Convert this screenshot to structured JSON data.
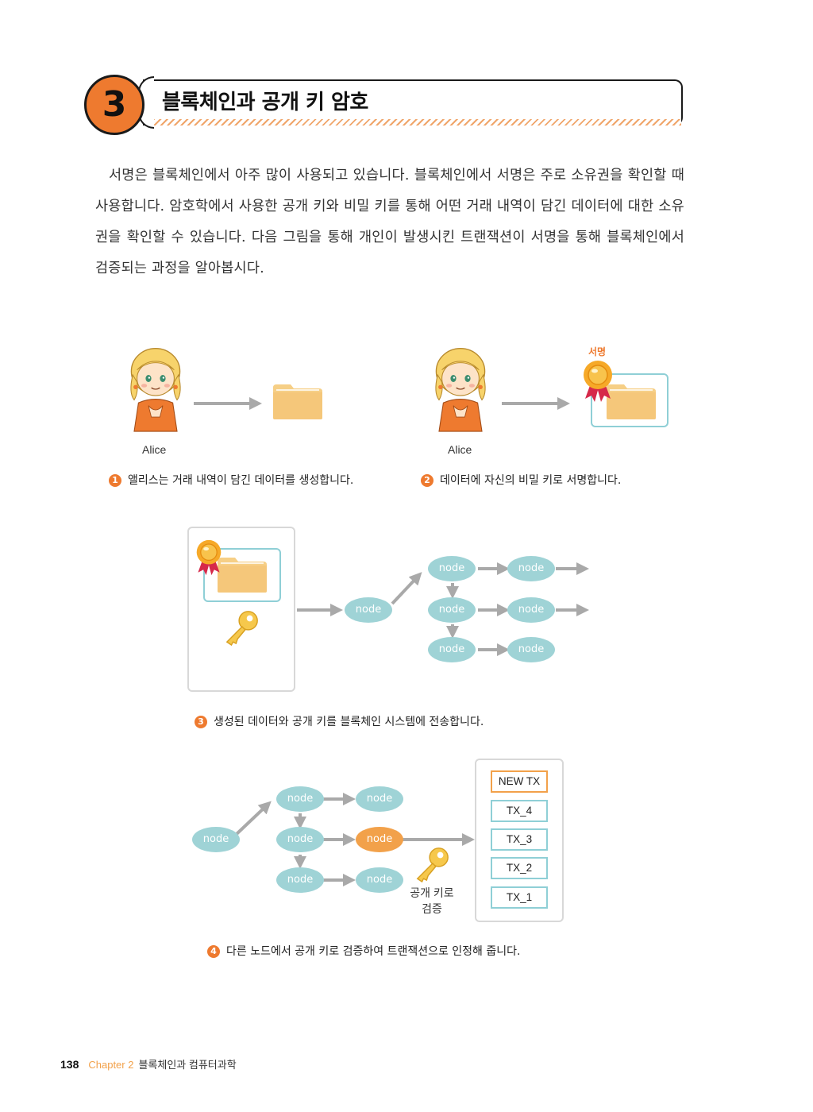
{
  "section": {
    "number": "3",
    "title": "블록체인과 공개 키 암호"
  },
  "intro": "서명은 블록체인에서 아주 많이 사용되고 있습니다. 블록체인에서 서명은 주로 소유권을 확인할 때 사용합니다. 암호학에서 사용한 공개 키와 비밀 키를 통해 어떤 거래 내역이 담긴 데이터에 대한 소유권을 확인할 수 있습니다. 다음 그림을 통해 개인이 발생시킨 트랜잭션이 서명을 통해 블록체인에서 검증되는 과정을 알아봅시다.",
  "figure1": {
    "person_label": "Alice",
    "caption_num": "1",
    "caption": "앨리스는 거래 내역이 담긴 데이터를 생성합니다."
  },
  "figure2": {
    "person_label": "Alice",
    "sign_label": "서명",
    "caption_num": "2",
    "caption": "데이터에 자신의 비밀 키로 서명합니다."
  },
  "figure3": {
    "node_label": "node",
    "caption_num": "3",
    "caption": "생성된 데이터와 공개 키를 블록체인 시스템에 전송합니다."
  },
  "figure4": {
    "node_label": "node",
    "key_label_line1": "공개 키로",
    "key_label_line2": "검증",
    "transactions": [
      "NEW TX",
      "TX_4",
      "TX_3",
      "TX_2",
      "TX_1"
    ],
    "caption_num": "4",
    "caption": "다른 노드에서 공개 키로 검증하여 트랜잭션으로 인정해 줍니다."
  },
  "footer": {
    "page": "138",
    "chapter": "Chapter 2",
    "chapter_title": "블록체인과 컴퓨터과학"
  },
  "colors": {
    "accent": "#ee7a2f",
    "node": "#9fd3d6",
    "node_highlight": "#f2a14a",
    "folder": "#f6cf86",
    "frame": "#8fcfd6"
  }
}
